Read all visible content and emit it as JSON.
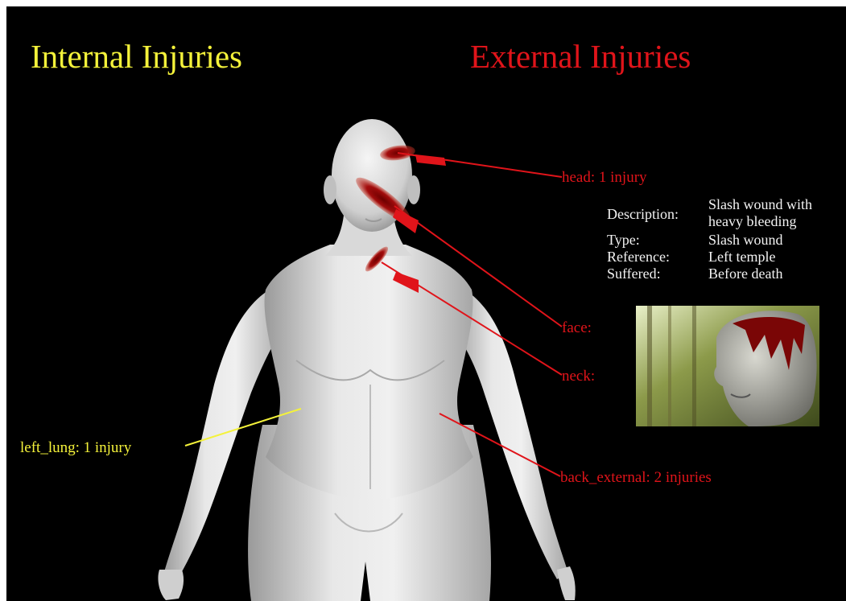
{
  "headings": {
    "internal": "Internal Injuries",
    "external": "External Injuries"
  },
  "colors": {
    "background": "#000000",
    "internal_accent": "#f4f23a",
    "external_accent": "#e0141a",
    "detail_text": "#f2f2f2",
    "body_model": "#e2e2e2"
  },
  "labels": {
    "head": "head: 1 injury",
    "face": "face:",
    "neck": "neck:",
    "back_external": "back_external: 2 injuries",
    "left_lung": "left_lung: 1 injury"
  },
  "detail": {
    "description_key": "Description:",
    "description_line1": "Slash wound with",
    "description_line2": "heavy bleeding",
    "type_key": "Type:",
    "type_value": "Slash wound",
    "reference_key": "Reference:",
    "reference_value": "Left temple",
    "suffered_key": "Suffered:",
    "suffered_value": "Before death"
  },
  "icons": {
    "wound": "blood-wound-icon",
    "pointer": "arrowhead-icon"
  }
}
